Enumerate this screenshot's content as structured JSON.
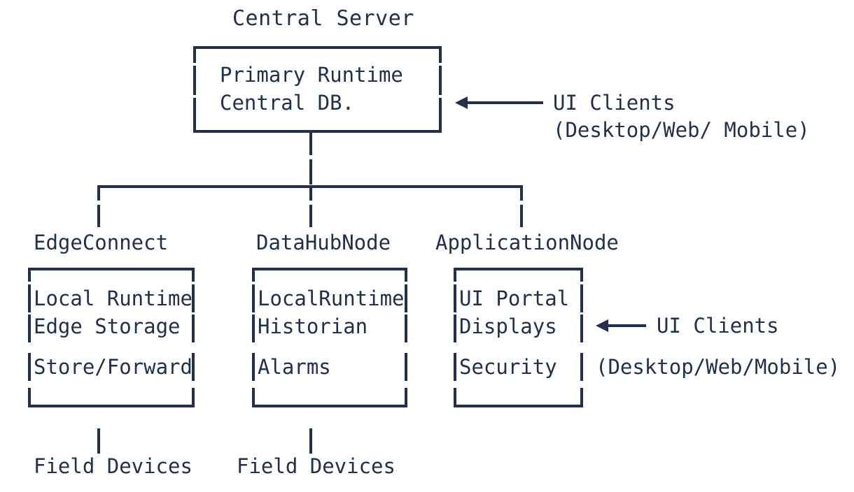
{
  "diagram": {
    "title": "Central Server",
    "central_box": {
      "lines": [
        "Primary Runtime",
        "Central DB."
      ]
    },
    "central_annotation": {
      "label": "UI Clients",
      "sublabel": "(Desktop/Web/ Mobile)",
      "arrow": "left-arrow-icon"
    },
    "nodes": [
      {
        "title": "EdgeConnect",
        "items_top": [
          "Local Runtime",
          "Edge Storage"
        ],
        "items_bottom": [
          "Store/Forward"
        ],
        "footer": "Field Devices"
      },
      {
        "title": "DataHubNode",
        "items_top": [
          "LocalRuntime",
          "Historian"
        ],
        "items_bottom": [
          "Alarms"
        ],
        "footer": "Field Devices"
      },
      {
        "title": "ApplicationNode",
        "items_top": [
          "UI Portal",
          "Displays"
        ],
        "items_bottom": [
          "Security"
        ],
        "footer": ""
      }
    ],
    "node_annotation": {
      "label": "UI Clients",
      "sublabel": "(Desktop/Web/Mobile)",
      "arrow": "left-arrow-icon"
    },
    "colors": {
      "stroke": "#232f4e",
      "background": "#ffffff"
    }
  }
}
